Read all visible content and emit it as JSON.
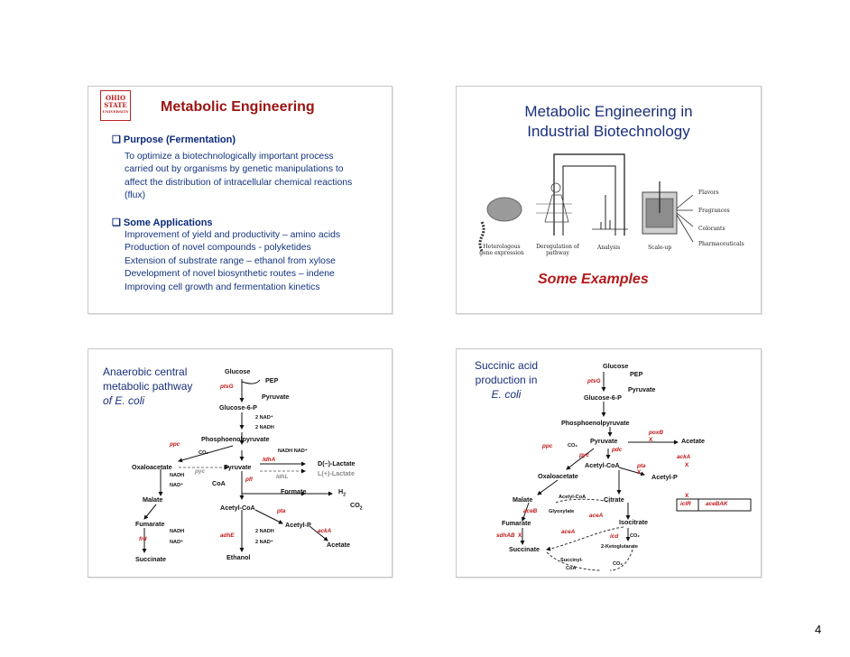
{
  "page_number": "4",
  "slide1": {
    "logo_lines": [
      "OHIO",
      "STATE",
      "UNIVERSITY"
    ],
    "title": "Metabolic Engineering",
    "purpose_heading": "❑ Purpose (Fermentation)",
    "purpose_lines": [
      "To optimize a biotechnologically important process",
      "carried out by organisms by genetic manipulations to",
      "affect the distribution of intracellular chemical reactions",
      "(flux)"
    ],
    "applications_heading": "❑ Some Applications",
    "applications": [
      "Improvement of yield and productivity – amino acids",
      "Production of novel compounds - polyketides",
      "Extension of substrate range – ethanol from xylose",
      "Development of novel biosynthetic routes – indene",
      "Improving cell growth and fermentation kinetics"
    ]
  },
  "slide2": {
    "title_line1": "Metabolic Engineering in",
    "title_line2": "Industrial Biotechnology",
    "stage_labels": [
      "Heterologous gene expression",
      "Deregulation of pathway",
      "Analysis",
      "Scale-up"
    ],
    "products": [
      "Flavors",
      "Fragrances",
      "Colorants",
      "Pharmaceuticals"
    ],
    "footer": "Some Examples"
  },
  "slide3": {
    "side_title": [
      "Anaerobic central",
      "metabolic pathway",
      "of E. coli"
    ],
    "metabolites": {
      "glucose": "Glucose",
      "pep": "PEP",
      "pyruvate_top": "Pyruvate",
      "g6p": "Glucose-6-P",
      "pep_long": "Phosphoenolpyruvate",
      "oxaloacetate": "Oxaloacetate",
      "pyruvate": "Pyruvate",
      "malate": "Malate",
      "fumarate": "Fumarate",
      "succinate": "Succinate",
      "coa": "CoA",
      "acetylcoa": "Acetyl-CoA",
      "formate": "Formate",
      "h2": "H",
      "co2": "CO",
      "acetylp": "Acetyl-P",
      "acetate": "Acetate",
      "ethanol": "Ethanol",
      "dlactate": "D(–)-Lactate",
      "llactate": "L(+)-Lactate"
    },
    "cofactors": {
      "nad_plus": "NAD⁺",
      "nadh": "NADH",
      "two_nadh": "2 NADH",
      "two_nad": "2 NAD⁺",
      "co2": "CO₂",
      "nadh_nad": "NADH   NAD⁺"
    },
    "enzymes": {
      "ptsG": "ptsG",
      "ppc": "ppc",
      "pyc": "pyc",
      "ldhA": "ldhA",
      "ldhL": "ldhL",
      "pfl": "pfl",
      "pta": "pta",
      "ackA": "ackA",
      "adhE": "adhE",
      "frd": "frd"
    }
  },
  "slide4": {
    "side_title": [
      "Succinic acid",
      "production in",
      "E. coli"
    ],
    "metabolites": {
      "glucose": "Glucose",
      "pep": "PEP",
      "pyruvate_top": "Pyruvate",
      "g6p": "Glucose-6-P",
      "pep_long": "Phosphoenolpyruvate",
      "pyruvate": "Pyruvate",
      "acetate": "Acetate",
      "co2": "CO₂",
      "acetylcoa": "Acetyl-CoA",
      "acetylp": "Acetyl-P",
      "oxaloacetate": "Oxaloacetate",
      "malate": "Malate",
      "acetylcoa2": "Acetyl-CoA",
      "citrate": "Citrate",
      "glyoxylate": "Glyoxylate",
      "fumarate": "Fumarate",
      "isocitrate": "Isocitrate",
      "co2b": "CO₂",
      "succinate": "Succinate",
      "ketoglutarate": "2-Ketoglutarate",
      "succinylcoa1": "Succinyl-",
      "succinylcoa2": "CoA",
      "co2c": "CO₂"
    },
    "enzymes": {
      "ptsG": "ptsG",
      "poxB": "poxB",
      "ppc": "ppc",
      "pyc": "pyc",
      "pdc": "pdc",
      "pta": "pta",
      "ackA": "ackA",
      "aceB": "aceB",
      "aceA": "aceA",
      "aceA2": "aceA",
      "icd": "icd",
      "sdhAB": "sdhAB"
    },
    "operon": [
      "iclR",
      "aceBAK"
    ],
    "knockout_mark": "X"
  }
}
